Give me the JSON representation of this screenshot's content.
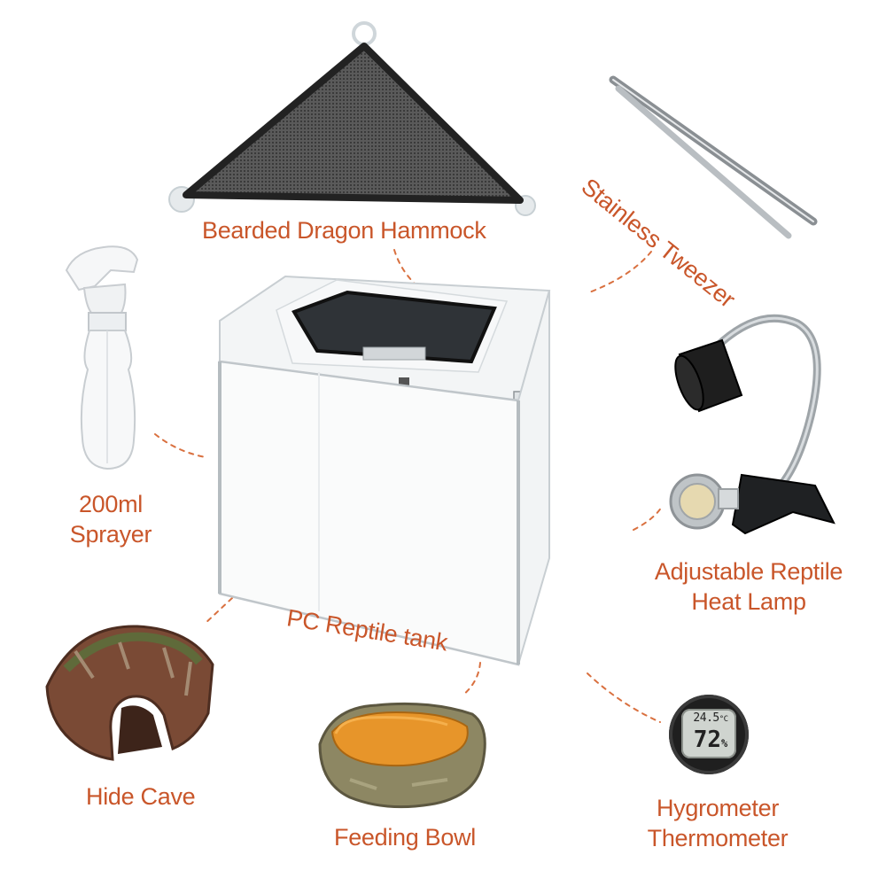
{
  "labels": {
    "hammock": "Bearded Dragon Hammock",
    "tweezer": "Stainless Tweezer",
    "sprayer_line1": "200ml",
    "sprayer_line2": "Sprayer",
    "lamp_line1": "Adjustable Reptile",
    "lamp_line2": "Heat Lamp",
    "tank": "PC Reptile tank",
    "cave": "Hide Cave",
    "bowl": "Feeding Bowl",
    "hygro_line1": "Hygrometer",
    "hygro_line2": "Thermometer"
  },
  "thermometer": {
    "temperature": "24.5",
    "unit": "°C",
    "humidity": "72",
    "humidity_unit": "%"
  },
  "colors": {
    "label": "#c9562a",
    "connector": "#d9703f",
    "background": "#ffffff"
  }
}
